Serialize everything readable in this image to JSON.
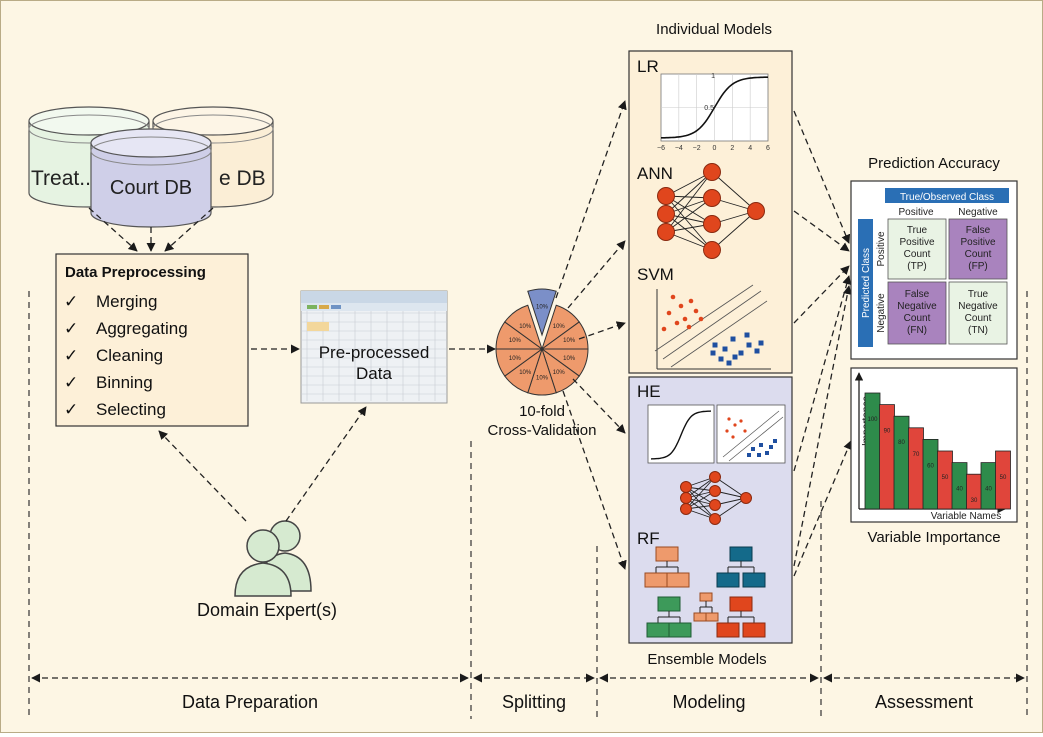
{
  "databases": {
    "left": "Treat...",
    "right": "e DB",
    "front": "Court DB"
  },
  "preprocessing": {
    "title": "Data Preprocessing",
    "steps": [
      "Merging",
      "Aggregating",
      "Cleaning",
      "Binning",
      "Selecting"
    ],
    "check": "✓"
  },
  "preprocessed_label": [
    "Pre-processed",
    "Data"
  ],
  "cv": {
    "slice_label": "10%",
    "label": [
      "10-fold",
      "Cross-Validation"
    ]
  },
  "expert_label": "Domain Expert(s)",
  "individual_models": {
    "heading": "Individual Models",
    "lr": "LR",
    "ann": "ANN",
    "svm": "SVM",
    "lr_x_ticks": [
      "−6",
      "−4",
      "−2",
      "0",
      "2",
      "4",
      "6"
    ],
    "lr_y_ticks": [
      "1",
      "0.5"
    ]
  },
  "ensemble_models": {
    "heading": "Ensemble Models",
    "he": "HE",
    "rf": "RF"
  },
  "confusion": {
    "heading": "Prediction Accuracy",
    "true_class": "True/Observed Class",
    "predicted_class": "Predicted Class",
    "col_pos": "Positive",
    "col_neg": "Negative",
    "row_pos": "Positive",
    "row_neg": "Negative",
    "tp": [
      "True",
      "Positive",
      "Count",
      "(TP)"
    ],
    "fp": [
      "False",
      "Positive",
      "Count",
      "(FP)"
    ],
    "fn": [
      "False",
      "Negative",
      "Count",
      "(FN)"
    ],
    "tn": [
      "True",
      "Negative",
      "Count",
      "(TN)"
    ]
  },
  "importance": {
    "heading": "Variable Importance",
    "ylabel": "Importance",
    "xlabel": "Variable Names",
    "bar_labels": [
      "100",
      "90",
      "80",
      "70",
      "60",
      "50",
      "40",
      "30",
      "40",
      "50"
    ]
  },
  "phases": [
    "Data Preparation",
    "Splitting",
    "Modeling",
    "Assessment"
  ],
  "colors": {
    "background": "#fdf6e4",
    "node_orange": "#e0461d",
    "preprocess_fill": "#fdf0d8",
    "ensemble_fill": "#dcdcee",
    "confusion_blue": "#2a6fb5",
    "tp_fill": "#e9f3e4",
    "fp_fill": "#a983be",
    "bar_green": "#2e8b4b",
    "bar_red": "#e0453b"
  }
}
